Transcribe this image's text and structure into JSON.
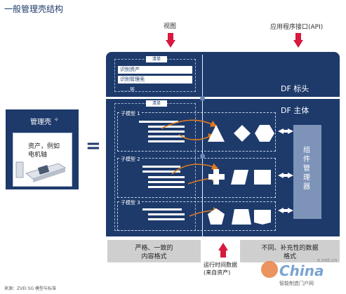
{
  "page": {
    "title": "一般管理壳结构",
    "source_note": "来源：ZVEI SG 模型与标准",
    "watermark": {
      "brand": "China",
      "domain": "e.net.cn",
      "tagline": "智能制造门户网"
    }
  },
  "top_labels": {
    "view": "视图",
    "api": "应用程序接口(API)"
  },
  "left_block": {
    "title": "管理壳",
    "asset_text_line1": "资产，例如",
    "asset_text_line2": "电机轴",
    "equals": "="
  },
  "header": {
    "list_tab": "清单",
    "items": [
      "识别资产",
      "识别管理壳",
      "……等"
    ],
    "label": "DF 标头"
  },
  "body": {
    "list_tab": "清单",
    "label": "DF 主体",
    "submodels": [
      "子模型 1",
      "子模型 2",
      "子模型 3"
    ],
    "component_manager": "组件管理器"
  },
  "bottom": {
    "left_box_line1": "严格、一致的",
    "left_box_line2": "内容格式",
    "runtime_line1": "运行时间数据",
    "runtime_line2": "(来自资产)",
    "right_box_line1": "不同、补充性的数据",
    "right_box_line2": "格式"
  },
  "colors": {
    "navy": "#1d3a6b",
    "navy_dark": "#163058",
    "accent": "#d7183f",
    "orange": "#e07a20",
    "grey_box": "#cfcfcf",
    "manager": "#7d93b8"
  }
}
